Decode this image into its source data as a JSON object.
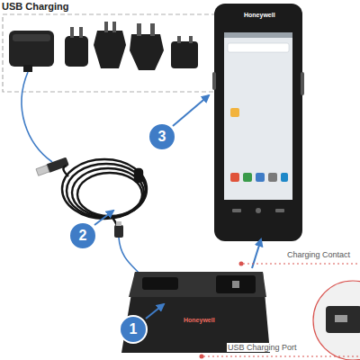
{
  "diagram": {
    "title": "USB Charging",
    "nodes": [
      {
        "text": [
          "3"
        ]
      },
      {
        "text": [
          "2"
        ]
      },
      {
        "text": [
          "1"
        ]
      }
    ],
    "labels": [
      "Honeywell",
      "Honeywell",
      "Charging Contact",
      "USB Charging Port"
    ]
  }
}
